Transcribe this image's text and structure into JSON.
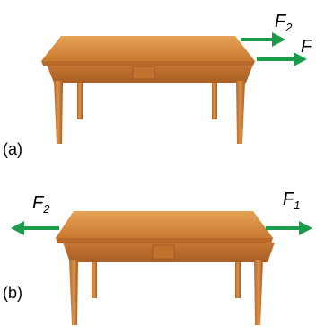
{
  "panels": [
    {
      "id": "a",
      "label": "(a)",
      "arrows": [
        {
          "symbol": "F",
          "subscript": "2",
          "direction": "right"
        },
        {
          "symbol": "F",
          "subscript": "",
          "direction": "right"
        }
      ]
    },
    {
      "id": "b",
      "label": "(b)",
      "arrows": [
        {
          "symbol": "F",
          "subscript": "2",
          "direction": "left"
        },
        {
          "symbol": "F",
          "subscript": "1",
          "direction": "right"
        }
      ]
    }
  ],
  "colors": {
    "arrow": "#1a9d4a",
    "wood_top": "#d58a3c",
    "wood_edge": "#b8692a",
    "wood_leg": "#c87a38",
    "wood_dark": "#9a5420"
  }
}
